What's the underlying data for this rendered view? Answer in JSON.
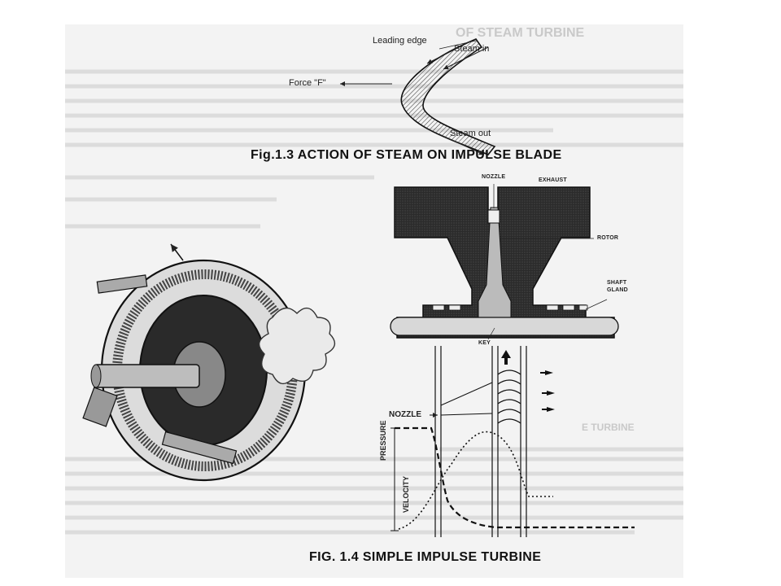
{
  "header_text": "OF STEAM TURBINE",
  "section_heading": "E TURBINE",
  "fig_1_3": {
    "caption": "Fig.1.3  ACTION OF STEAM ON IMPULSE BLADE",
    "labels": {
      "leading_edge": "Leading edge",
      "steam_in": "Steam in",
      "force": "Force \"F\"",
      "steam_out": "Steam out"
    }
  },
  "fig_1_4": {
    "caption": "FIG. 1.4  SIMPLE IMPULSE TURBINE",
    "labels": {
      "nozzle_top": "NOZZLE",
      "exhaust": "EXHAUST",
      "rotor": "ROTOR",
      "shaft_gland": "SHAFT GLAND",
      "key": "KEY",
      "nozzle_plot": "NOZZLE",
      "pressure": "PRESSURE",
      "velocity": "VELOCITY"
    }
  },
  "colors": {
    "ink": "#1a1a1a",
    "paper": "#f3f3f3",
    "faint_text": "#d6d6d6"
  }
}
